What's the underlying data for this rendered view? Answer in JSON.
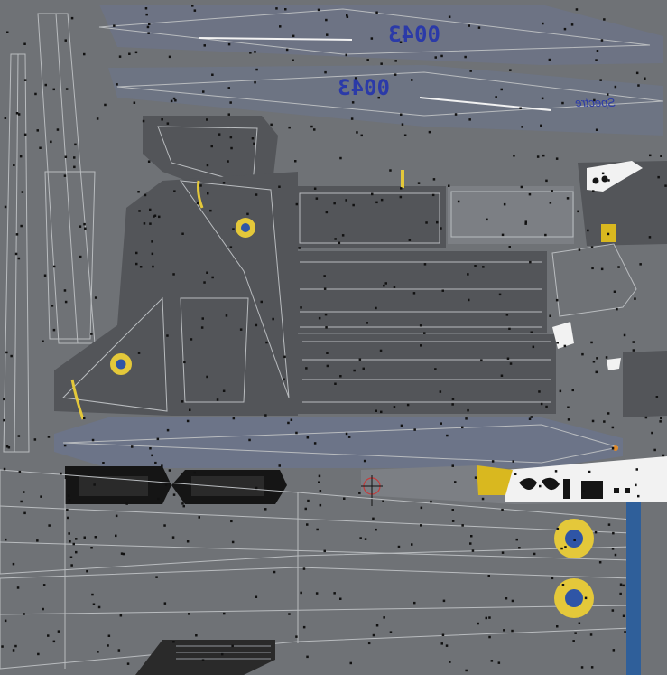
{
  "texture": {
    "serial_top": "0043",
    "serial_mid": "0043",
    "brand_text": "Spectre",
    "colors": {
      "background": "#6f7276",
      "panel": "#7c7f84",
      "dark_panel": "#535559",
      "blue_panel": "#6b7590",
      "wire": "#b9bcbf",
      "vertex": "#111111",
      "roundel_ring": "#e4c83a",
      "roundel_center": "#2f55a6",
      "serial_blue": "#2b3aa8",
      "white_tip": "#f2f2f2",
      "black_slot": "#151515",
      "blue_stripe": "#2f5f9a",
      "yellow_band": "#d9b81f"
    }
  }
}
